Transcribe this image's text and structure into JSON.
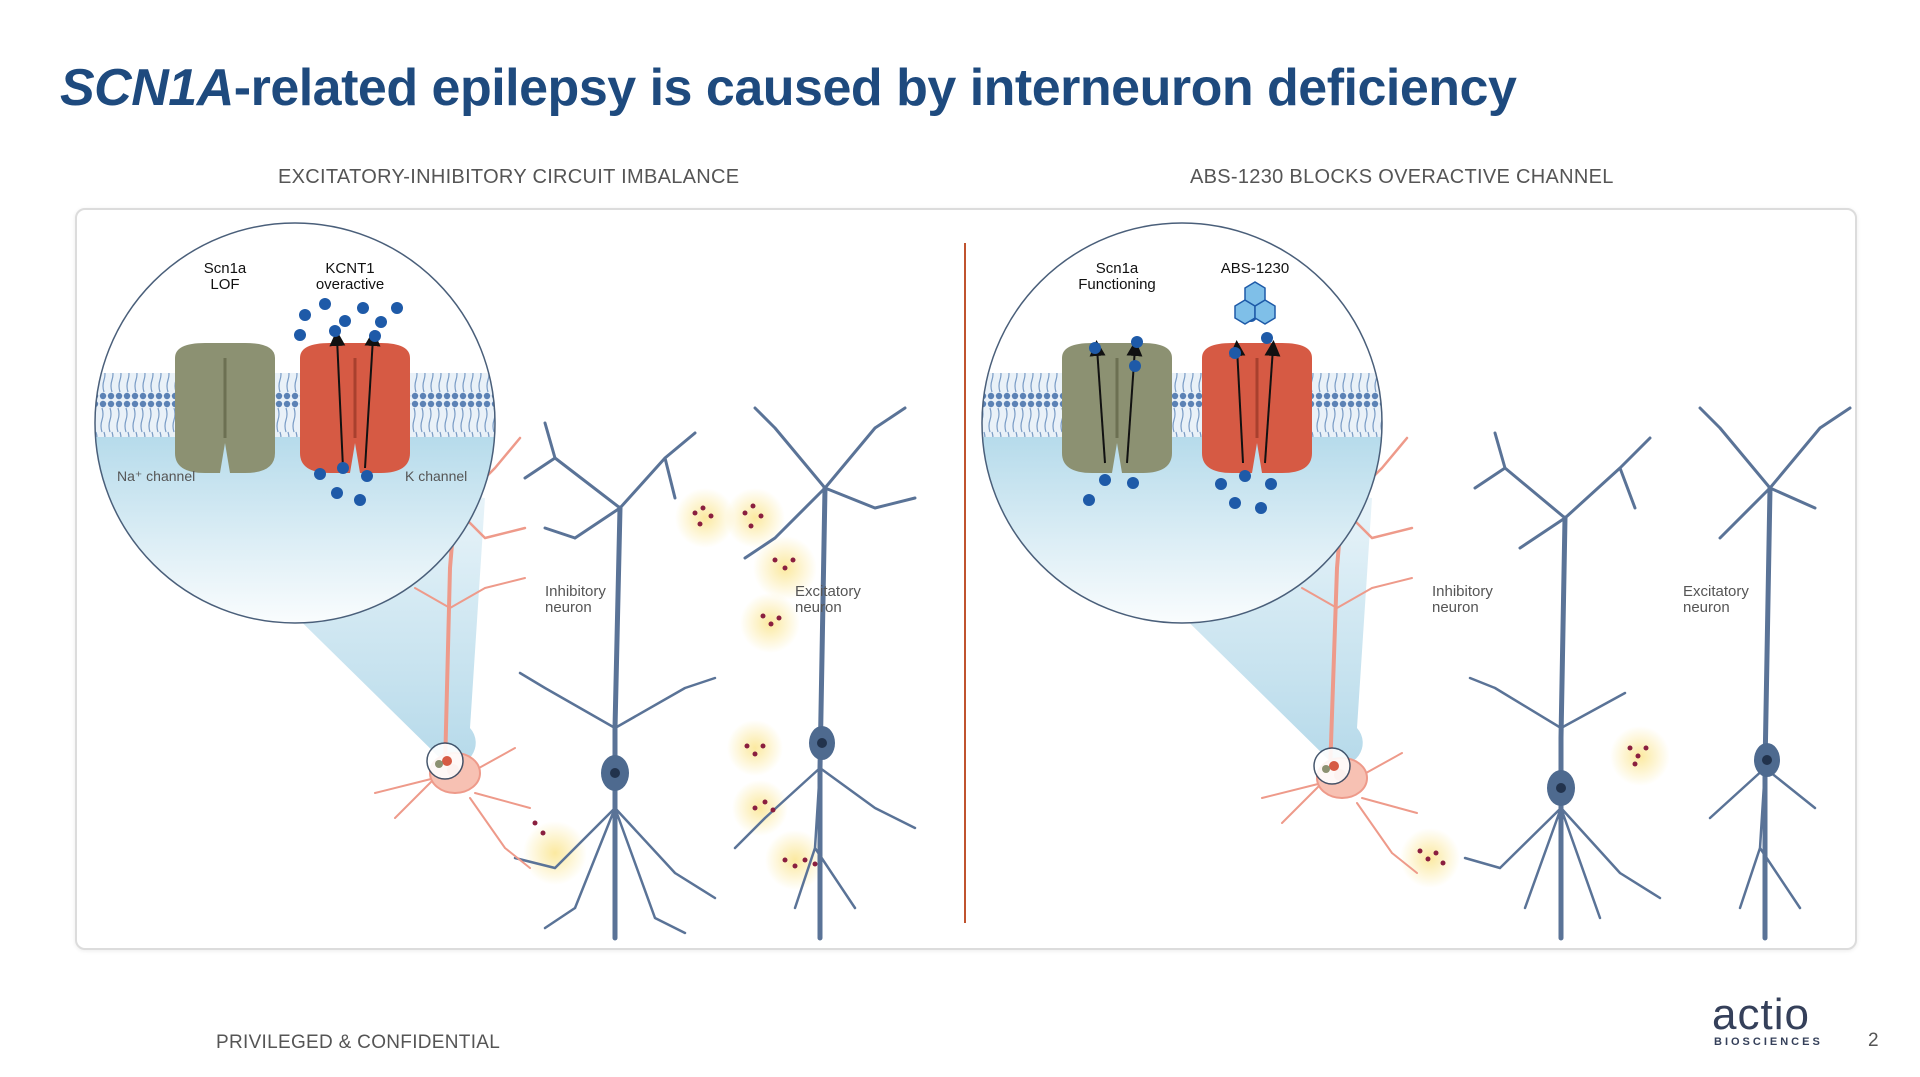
{
  "slide": {
    "title_italic": "SCN1A",
    "title_rest": "-related epilepsy is caused by interneuron deficiency",
    "footer": "PRIVILEGED & CONFIDENTIAL",
    "page_number": "2"
  },
  "logo": {
    "word": "actio",
    "subtitle": "BIOSCIENCES"
  },
  "left_panel": {
    "heading": "EXCITATORY-INHIBITORY CIRCUIT IMBALANCE",
    "channel1_label_line1": "Scn1a",
    "channel1_label_line2": "LOF",
    "channel2_label_line1": "KCNT1",
    "channel2_label_line2": "overactive",
    "na_channel": "Na⁺ channel",
    "k_channel": "K channel",
    "inhibitory_line1": "Inhibitory",
    "inhibitory_line2": "neuron",
    "excitatory_line1": "Excitatory",
    "excitatory_line2": "neuron"
  },
  "right_panel": {
    "heading": "ABS-1230 BLOCKS OVERACTIVE CHANNEL",
    "channel1_label_line1": "Scn1a",
    "channel1_label_line2": "Functioning",
    "channel2_label": "ABS-1230",
    "inhibitory_line1": "Inhibitory",
    "inhibitory_line2": "neuron",
    "excitatory_line1": "Excitatory",
    "excitatory_line2": "neuron"
  },
  "colors": {
    "title": "#1e4a7e",
    "na_channel": "#8c9172",
    "k_channel": "#d65a44",
    "inhibitory_neuron": "#ee9a8a",
    "excitatory_neuron": "#5a7397",
    "ion": "#1e5aa8",
    "divider": "#c0532f"
  }
}
